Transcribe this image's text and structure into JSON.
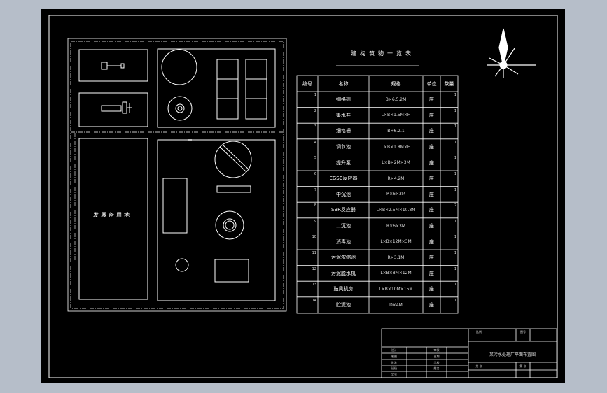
{
  "table_title": "建构筑物一览表",
  "table_headers": [
    "编号",
    "名称",
    "规格",
    "单位",
    "数量"
  ],
  "table_rows": [
    {
      "no": "1",
      "name": "细格栅",
      "spec": "B×6.5.2M",
      "unit": "座",
      "qty": "1"
    },
    {
      "no": "2",
      "name": "集水井",
      "spec": "L×B×1.5M×H",
      "unit": "座",
      "qty": "1"
    },
    {
      "no": "3",
      "name": "细格栅",
      "spec": "B×6.2.1",
      "unit": "座",
      "qty": "1"
    },
    {
      "no": "4",
      "name": "调节池",
      "spec": "L×B×1.8M×H",
      "unit": "座",
      "qty": "1"
    },
    {
      "no": "5",
      "name": "提升泵",
      "spec": "L×B×2M×3M",
      "unit": "座",
      "qty": "1"
    },
    {
      "no": "6",
      "name": "EGSB反应器",
      "spec": "R×4.2M",
      "unit": "座",
      "qty": "1"
    },
    {
      "no": "7",
      "name": "中沉池",
      "spec": "R×6×3M",
      "unit": "座",
      "qty": "1"
    },
    {
      "no": "8",
      "name": "SBR反应器",
      "spec": "L×B×2.5M×10.8M",
      "unit": "座",
      "qty": "2"
    },
    {
      "no": "9",
      "name": "二沉池",
      "spec": "R×6×3M",
      "unit": "座",
      "qty": "1"
    },
    {
      "no": "10",
      "name": "消毒池",
      "spec": "L×B×12M×3M",
      "unit": "座",
      "qty": "1"
    },
    {
      "no": "11",
      "name": "污泥浓缩池",
      "spec": "R×3.1M",
      "unit": "座",
      "qty": "1"
    },
    {
      "no": "12",
      "name": "污泥脱水机",
      "spec": "L×B×8M×12M",
      "unit": "座",
      "qty": "1"
    },
    {
      "no": "13",
      "name": "鼓风机房",
      "spec": "L×B×10M×15M",
      "unit": "座",
      "qty": "1"
    },
    {
      "no": "14",
      "name": "贮泥池",
      "spec": "D×4M",
      "unit": "座",
      "qty": "1"
    }
  ],
  "plan_labels": {
    "reserve_area": "发展备用地"
  },
  "title_block": {
    "drawing_name": "某污水处理厂平面布置图",
    "scale_label": "比例",
    "sheet_label": "图号",
    "design_label": "设计",
    "check_label": "审核",
    "draw_label": "制图",
    "date_label": "日期",
    "approve_label": "批准",
    "school_label": "学校",
    "class_label": "班级",
    "name_label": "姓名",
    "id_label": "学号",
    "total_label": "共 张",
    "page_label": "第 张"
  },
  "colors": {
    "sheet_bg": "#000000",
    "line": "#ffffff",
    "window_bg": "#b6bec9"
  }
}
